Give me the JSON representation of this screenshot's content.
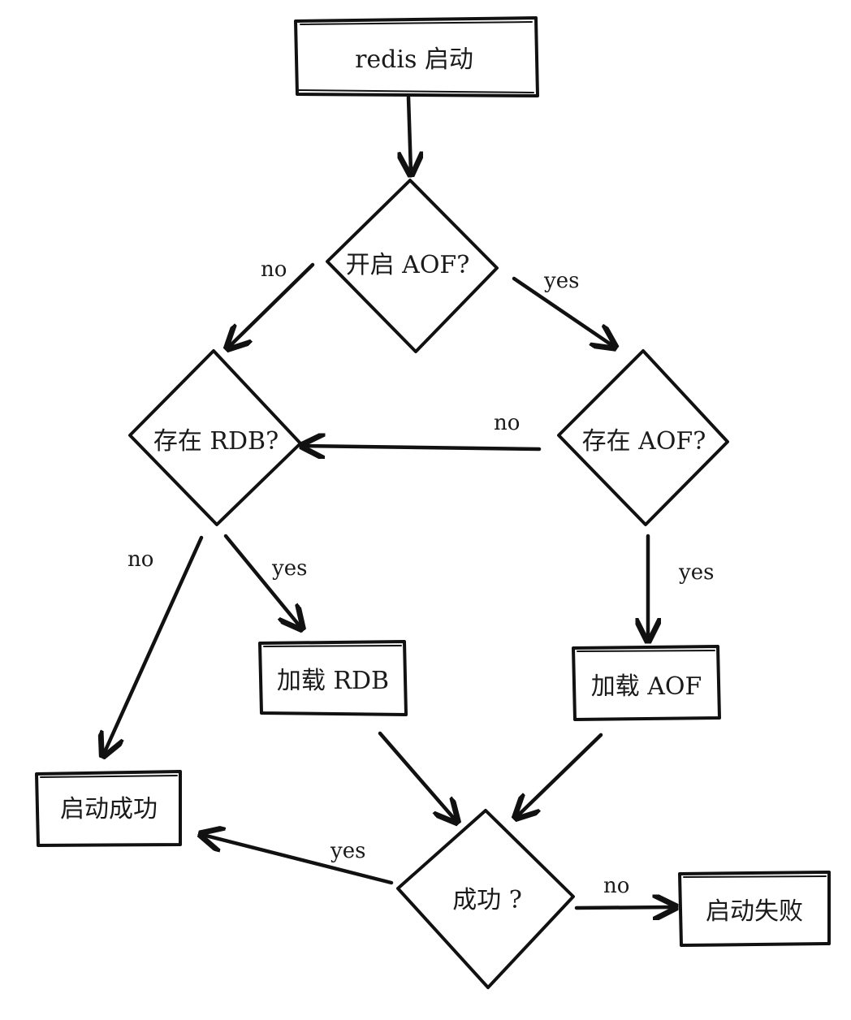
{
  "colors": {
    "stroke": "#111111",
    "text": "#1a1a1a",
    "background": "#ffffff"
  },
  "nodes": {
    "start": "redis 启动",
    "aof_enabled": "开启 AOF?",
    "rdb_exists": "存在 RDB?",
    "aof_exists": "存在 AOF?",
    "load_rdb": "加载 RDB",
    "load_aof": "加载 AOF",
    "start_success": "启动成功",
    "success_check": "成功 ?",
    "start_fail": "启动失败"
  },
  "edges": {
    "aof_enabled_no": "no",
    "aof_enabled_yes": "yes",
    "aof_exists_no": "no",
    "rdb_exists_no": "no",
    "rdb_exists_yes": "yes",
    "aof_exists_yes": "yes",
    "success_yes": "yes",
    "success_no": "no"
  }
}
